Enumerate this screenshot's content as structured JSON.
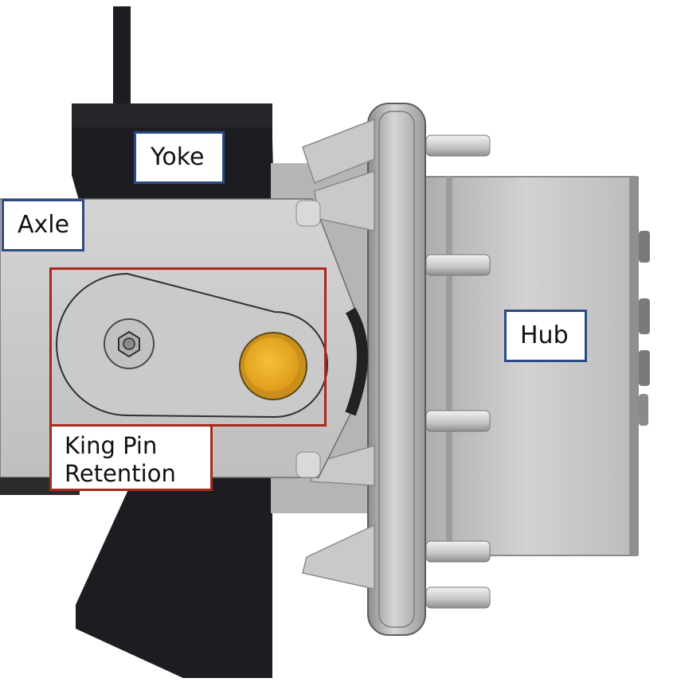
{
  "labels": {
    "yoke": "Yoke",
    "axle": "Axle",
    "hub": "Hub",
    "king_pin_line1": "King Pin",
    "king_pin_line2": "Retention"
  },
  "colors": {
    "blue_label_border": "#2b4a86",
    "red_label_border": "#a8291c",
    "yoke": "#1c1d20",
    "axle": "#c6c6c6",
    "hub": "#b9b9b9",
    "pin": "#f2b630"
  }
}
